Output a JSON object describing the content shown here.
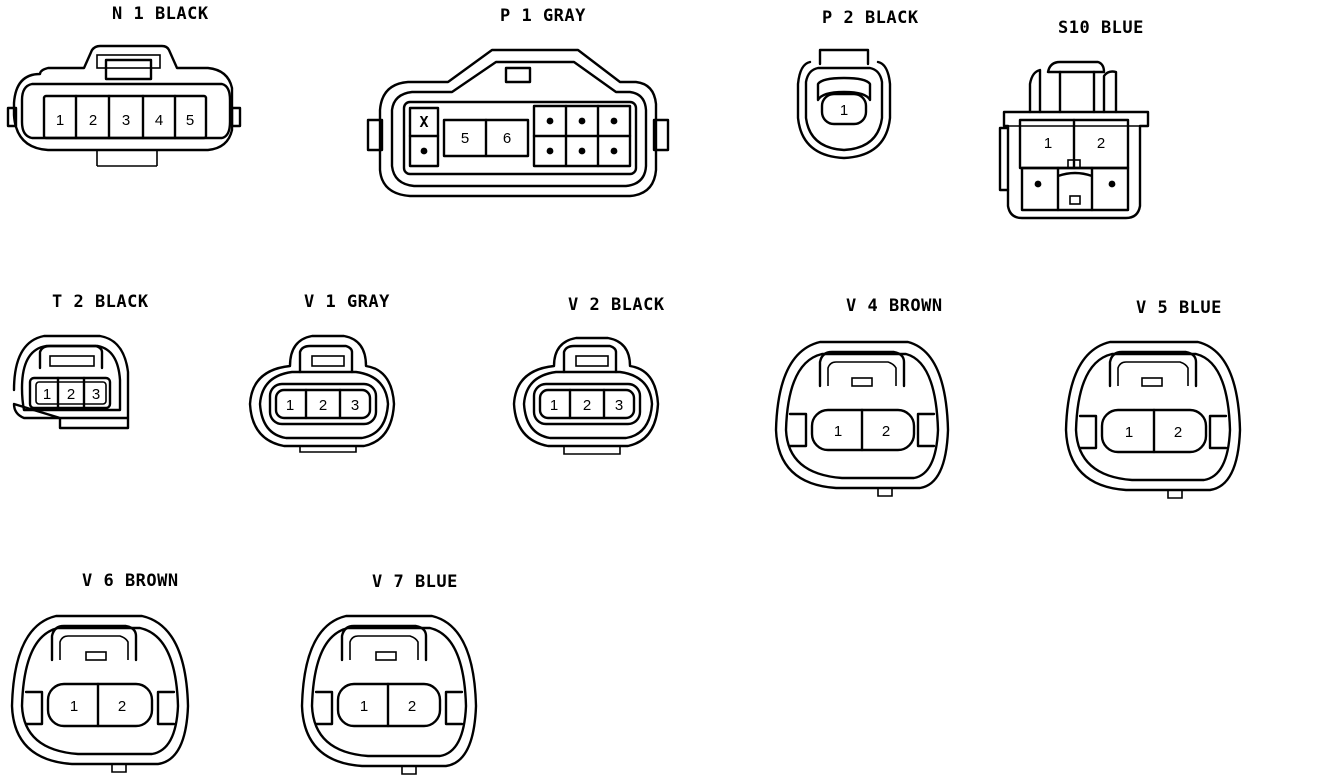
{
  "connectors": {
    "n1": {
      "label": "N 1  BLACK",
      "pins": [
        "1",
        "2",
        "3",
        "4",
        "5"
      ]
    },
    "p1": {
      "label": "P 1  GRAY",
      "pins": [
        "X",
        "5",
        "6"
      ]
    },
    "p2": {
      "label": "P 2  BLACK",
      "pins": [
        "1"
      ]
    },
    "s10": {
      "label": "S10  BLUE",
      "pins": [
        "1",
        "2"
      ]
    },
    "t2": {
      "label": "T 2  BLACK",
      "pins": [
        "1",
        "2",
        "3"
      ]
    },
    "v1": {
      "label": "V 1  GRAY",
      "pins": [
        "1",
        "2",
        "3"
      ]
    },
    "v2": {
      "label": "V 2  BLACK",
      "pins": [
        "1",
        "2",
        "3"
      ]
    },
    "v4": {
      "label": "V 4  BROWN",
      "pins": [
        "1",
        "2"
      ]
    },
    "v5": {
      "label": "V 5  BLUE",
      "pins": [
        "1",
        "2"
      ]
    },
    "v6": {
      "label": "V 6  BROWN",
      "pins": [
        "1",
        "2"
      ]
    },
    "v7": {
      "label": "V 7  BLUE",
      "pins": [
        "1",
        "2"
      ]
    }
  }
}
